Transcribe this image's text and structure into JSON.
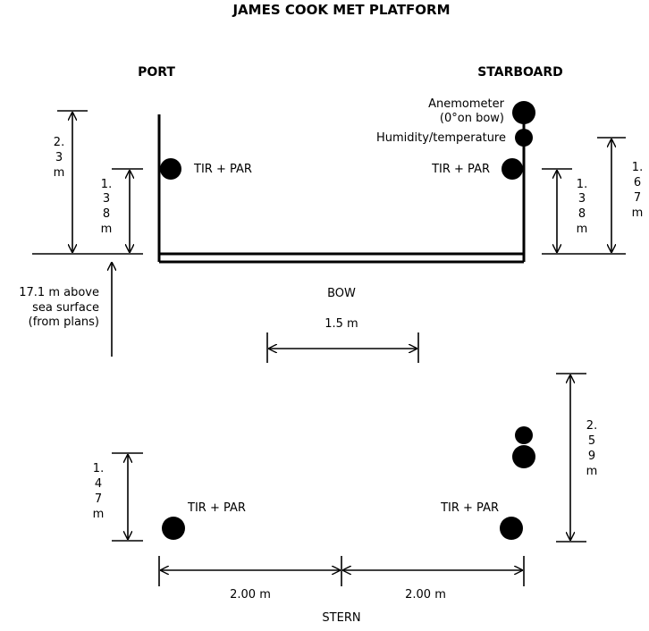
{
  "title": "JAMES COOK MET PLATFORM",
  "labels": {
    "port": "PORT",
    "starboard": "STARBOARD",
    "bow": "BOW",
    "stern": "STERN"
  },
  "instruments": {
    "anemometer": [
      "Anemometer",
      "(0°on bow)"
    ],
    "humidity": "Humidity/temperature",
    "tir_par": "TIR + PAR"
  },
  "dimensions": {
    "port_tall": [
      "2.",
      "3",
      "m"
    ],
    "port_short": [
      "1.",
      "3",
      "8",
      "m"
    ],
    "starboard_short": [
      "1.",
      "3",
      "8",
      "m"
    ],
    "starboard_tall": [
      "1.",
      "6",
      "7",
      "m"
    ],
    "width_top": "1.5 m",
    "stern_left": [
      "1.",
      "4",
      "7",
      "m"
    ],
    "stern_right": [
      "2.",
      "5",
      "9",
      "m"
    ],
    "span_left": "2.00 m",
    "span_right": "2.00 m"
  },
  "sea_note": [
    "17.1 m above",
    "sea surface",
    "(from plans)"
  ]
}
